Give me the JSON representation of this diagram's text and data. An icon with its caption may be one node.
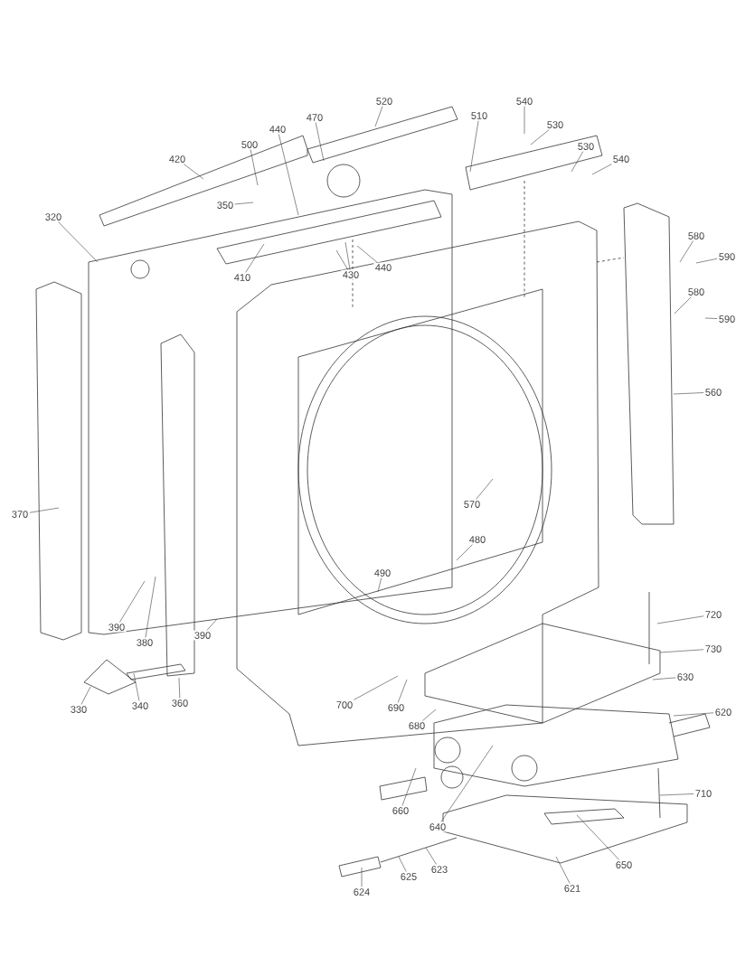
{
  "diagram": {
    "nodes": [
      {
        "text": [
          "520"
        ]
      },
      {
        "text": [
          "470"
        ]
      },
      {
        "text": [
          "440"
        ]
      },
      {
        "text": [
          "500"
        ]
      },
      {
        "text": [
          "510"
        ]
      },
      {
        "text": [
          "540"
        ]
      },
      {
        "text": [
          "530"
        ]
      },
      {
        "text": [
          "530"
        ]
      },
      {
        "text": [
          "540"
        ]
      },
      {
        "text": [
          "420"
        ]
      },
      {
        "text": [
          "350"
        ]
      },
      {
        "text": [
          "320"
        ]
      },
      {
        "text": [
          "410"
        ]
      },
      {
        "text": [
          "430"
        ]
      },
      {
        "text": [
          "440"
        ]
      },
      {
        "text": [
          "580"
        ]
      },
      {
        "text": [
          "590"
        ]
      },
      {
        "text": [
          "580"
        ]
      },
      {
        "text": [
          "590"
        ]
      },
      {
        "text": [
          "560"
        ]
      },
      {
        "text": [
          "370"
        ]
      },
      {
        "text": [
          "570"
        ]
      },
      {
        "text": [
          "480"
        ]
      },
      {
        "text": [
          "490"
        ]
      },
      {
        "text": [
          "390"
        ]
      },
      {
        "text": [
          "380"
        ]
      },
      {
        "text": [
          "390"
        ]
      },
      {
        "text": [
          "720"
        ]
      },
      {
        "text": [
          "730"
        ]
      },
      {
        "text": [
          "630"
        ]
      },
      {
        "text": [
          "620"
        ]
      },
      {
        "text": [
          "330"
        ]
      },
      {
        "text": [
          "340"
        ]
      },
      {
        "text": [
          "360"
        ]
      },
      {
        "text": [
          "700"
        ]
      },
      {
        "text": [
          "690"
        ]
      },
      {
        "text": [
          "680"
        ]
      },
      {
        "text": [
          "660"
        ]
      },
      {
        "text": [
          "640"
        ]
      },
      {
        "text": [
          "710"
        ]
      },
      {
        "text": [
          "650"
        ]
      },
      {
        "text": [
          "623"
        ]
      },
      {
        "text": [
          "625"
        ]
      },
      {
        "text": [
          "621"
        ]
      },
      {
        "text": [
          "624"
        ]
      }
    ],
    "edges": [
      {
        "from": 0,
        "to": null,
        "arrow": "none"
      },
      {
        "from": 1,
        "to": null,
        "arrow": "none"
      },
      {
        "from": 2,
        "to": null,
        "arrow": "none"
      },
      {
        "from": 3,
        "to": null,
        "arrow": "none"
      },
      {
        "from": 4,
        "to": null,
        "arrow": "none"
      },
      {
        "from": 5,
        "to": null,
        "arrow": "none"
      },
      {
        "from": 6,
        "to": null,
        "arrow": "none"
      },
      {
        "from": 7,
        "to": null,
        "arrow": "none"
      },
      {
        "from": 8,
        "to": null,
        "arrow": "none"
      },
      {
        "from": 9,
        "to": null,
        "arrow": "none"
      },
      {
        "from": 10,
        "to": null,
        "arrow": "none"
      },
      {
        "from": 11,
        "to": null,
        "arrow": "none"
      },
      {
        "from": 12,
        "to": null,
        "arrow": "none"
      },
      {
        "from": 13,
        "to": null,
        "arrow": "none"
      },
      {
        "from": 13,
        "to": null,
        "arrow": "none"
      },
      {
        "from": 14,
        "to": null,
        "arrow": "none"
      },
      {
        "from": 15,
        "to": null,
        "arrow": "none"
      },
      {
        "from": 16,
        "to": null,
        "arrow": "none"
      },
      {
        "from": 17,
        "to": null,
        "arrow": "none"
      },
      {
        "from": 18,
        "to": null,
        "arrow": "none"
      },
      {
        "from": 19,
        "to": null,
        "arrow": "none"
      },
      {
        "from": 20,
        "to": null,
        "arrow": "none"
      },
      {
        "from": 21,
        "to": null,
        "arrow": "none"
      },
      {
        "from": 22,
        "to": null,
        "arrow": "none"
      },
      {
        "from": 23,
        "to": null,
        "arrow": "none"
      },
      {
        "from": 24,
        "to": null,
        "arrow": "none"
      },
      {
        "from": 25,
        "to": null,
        "arrow": "none"
      },
      {
        "from": 26,
        "to": null,
        "arrow": "none"
      },
      {
        "from": 27,
        "to": null,
        "arrow": "none"
      },
      {
        "from": 28,
        "to": null,
        "arrow": "none"
      },
      {
        "from": 29,
        "to": null,
        "arrow": "none"
      },
      {
        "from": 30,
        "to": null,
        "arrow": "none"
      },
      {
        "from": 31,
        "to": null,
        "arrow": "none"
      },
      {
        "from": 32,
        "to": null,
        "arrow": "none"
      },
      {
        "from": 33,
        "to": null,
        "arrow": "none"
      },
      {
        "from": 34,
        "to": null,
        "arrow": "none"
      },
      {
        "from": 35,
        "to": null,
        "arrow": "none"
      },
      {
        "from": 36,
        "to": null,
        "arrow": "none"
      },
      {
        "from": 37,
        "to": null,
        "arrow": "none"
      },
      {
        "from": 38,
        "to": null,
        "arrow": "none"
      },
      {
        "from": 39,
        "to": null,
        "arrow": "none"
      },
      {
        "from": 40,
        "to": null,
        "arrow": "none"
      },
      {
        "from": 41,
        "to": null,
        "arrow": "none"
      },
      {
        "from": 42,
        "to": null,
        "arrow": "none"
      },
      {
        "from": 43,
        "to": null,
        "arrow": "none"
      },
      {
        "from": 44,
        "to": null,
        "arrow": "none"
      }
    ]
  }
}
